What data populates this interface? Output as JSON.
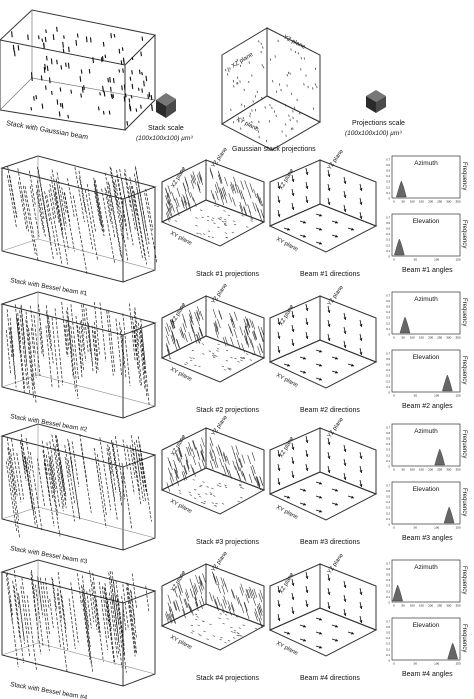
{
  "top": {
    "gaussian_stack_caption": "Stack with Gaussian beam",
    "stack_scale": "Stack scale",
    "stack_scale_units": "(100x100x100) µm³",
    "gaussian_projections_caption": "Gaussian stack projections",
    "projections_scale": "Projections scale",
    "projections_scale_units": "(100x100x100) µm³",
    "xz_plane": "XZ plane",
    "yz_plane": "YZ plane",
    "xy_plane": "XY plane"
  },
  "rows": [
    {
      "stack_caption": "Stack with Bessel beam #1",
      "projections_caption": "Stack #1 projections",
      "directions_caption": "Beam #1 directions",
      "angles_caption": "Beam #1 angles",
      "azimuth_label": "Azimuth",
      "elevation_label": "Elevation",
      "frequency_label": "Frequency",
      "xz_plane": "XZ plane",
      "yz_plane": "YZ plane",
      "xy_plane": "XY plane",
      "azimuth_peak_deg": 40,
      "elevation_peak_deg": 15
    },
    {
      "stack_caption": "Stack with Bessel beam #2",
      "projections_caption": "Stack #2 projections",
      "directions_caption": "Beam #2 directions",
      "angles_caption": "Beam #2 angles",
      "azimuth_label": "Azimuth",
      "elevation_label": "Elevation",
      "frequency_label": "Frequency",
      "xz_plane": "XZ plane",
      "yz_plane": "YZ plane",
      "xy_plane": "XY plane",
      "azimuth_peak_deg": 60,
      "elevation_peak_deg": 150
    },
    {
      "stack_caption": "Stack with Bessel beam #3",
      "projections_caption": "Stack #3 projections",
      "directions_caption": "Beam #3 directions",
      "angles_caption": "Beam #3 angles",
      "azimuth_label": "Azimuth",
      "elevation_label": "Elevation",
      "frequency_label": "Frequency",
      "xz_plane": "XZ plane",
      "yz_plane": "YZ plane",
      "xy_plane": "XY plane",
      "azimuth_peak_deg": 250,
      "elevation_peak_deg": 155
    },
    {
      "stack_caption": "Stack with Bessel beam #4",
      "projections_caption": "Stack #4 projections",
      "directions_caption": "Beam #4 directions",
      "angles_caption": "Beam #4 angles",
      "azimuth_label": "Azimuth",
      "elevation_label": "Elevation",
      "frequency_label": "Frequency",
      "xz_plane": "XZ plane",
      "yz_plane": "YZ plane",
      "xy_plane": "XY plane",
      "azimuth_peak_deg": 20,
      "elevation_peak_deg": 165
    }
  ],
  "histogram": {
    "azimuth_ticks": [
      "0",
      "50",
      "100",
      "150",
      "200",
      "250",
      "300",
      "350"
    ],
    "elevation_ticks": [
      "0",
      "50",
      "100",
      "150"
    ],
    "y_ticks": [
      "0",
      "0.1",
      "0.2",
      "0.3",
      "0.4",
      "0.5",
      "0.6",
      "0.7"
    ]
  }
}
